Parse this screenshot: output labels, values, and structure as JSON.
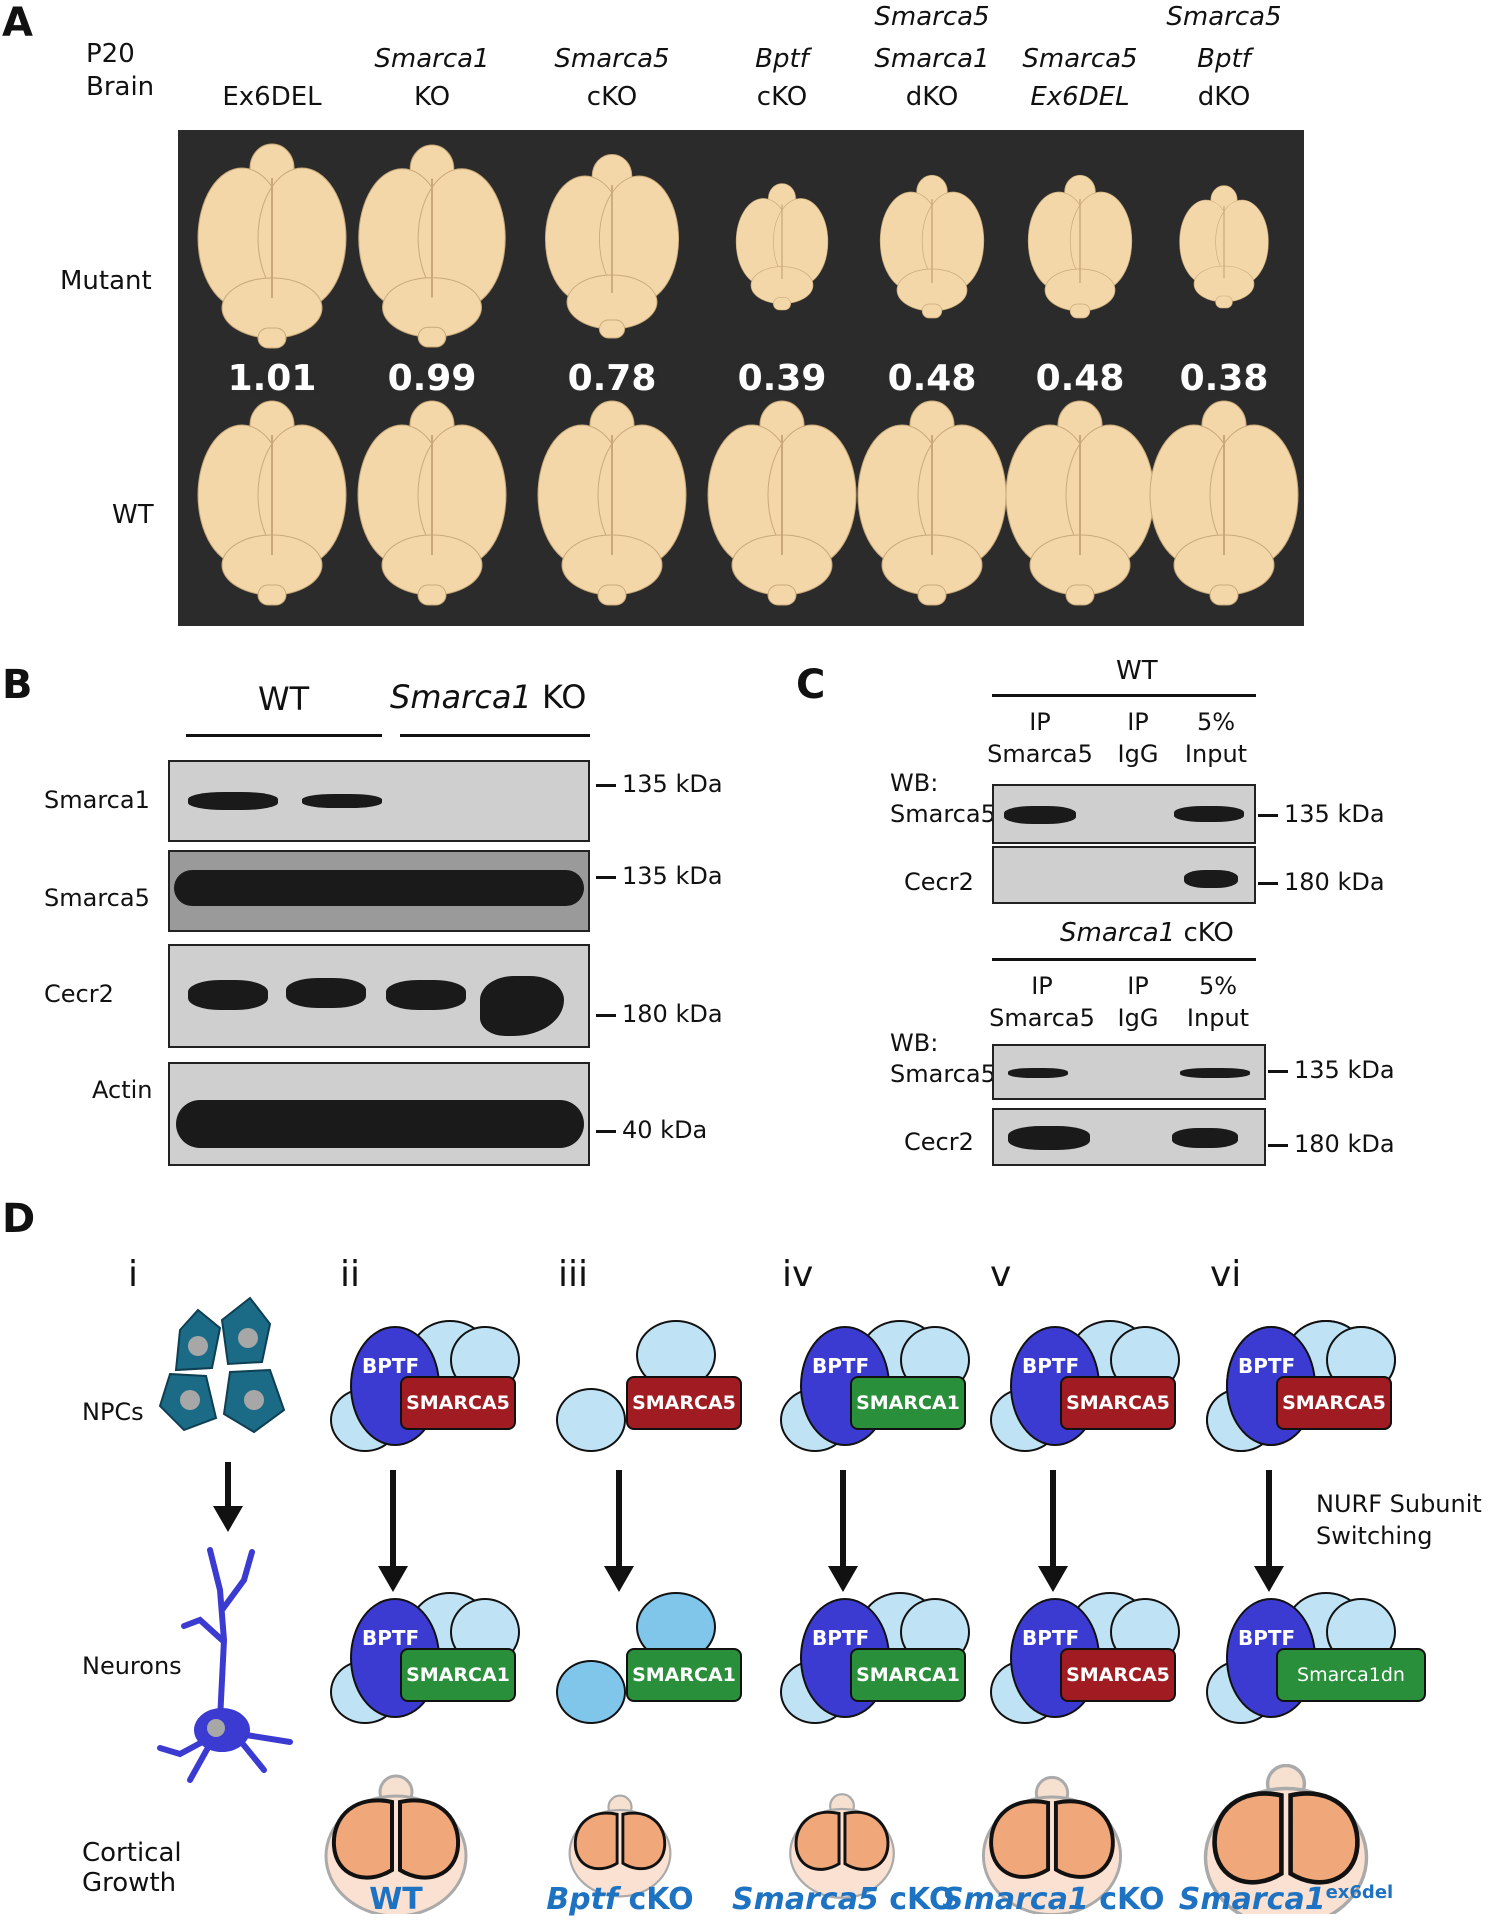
{
  "panels": {
    "a": "A",
    "b": "B",
    "c": "C",
    "d": "D"
  },
  "panelA": {
    "corner": {
      "line1": "P20",
      "line2": "Brain"
    },
    "columns": [
      {
        "l1": "",
        "l1i": "",
        "l2": "",
        "l2i": "",
        "l3": "Ex6DEL",
        "l3i": ""
      },
      {
        "l1": "",
        "l1i": "",
        "l2": "",
        "l2i": "Smarca1",
        "l3": "KO",
        "l3i": ""
      },
      {
        "l1": "",
        "l1i": "",
        "l2": "",
        "l2i": "Smarca5",
        "l3": "cKO",
        "l3i": ""
      },
      {
        "l1": "",
        "l1i": "",
        "l2": "",
        "l2i": "Bptf",
        "l3": "cKO",
        "l3i": ""
      },
      {
        "l1": "",
        "l1i": "Smarca5",
        "l2": "",
        "l2i": "Smarca1",
        "l3": "dKO",
        "l3i": ""
      },
      {
        "l1": "",
        "l1i": "",
        "l2": "",
        "l2i": "Smarca5",
        "l3": "",
        "l3i": "Ex6DEL"
      },
      {
        "l1": "",
        "l1i": "Smarca5",
        "l2": "",
        "l2i": "Bptf",
        "l3": "dKO",
        "l3i": ""
      }
    ],
    "rows": {
      "mutant": "Mutant",
      "wt": "WT"
    },
    "ratios": [
      "1.01",
      "0.99",
      "0.78",
      "0.39",
      "0.48",
      "0.48",
      "0.38"
    ],
    "mutant_scale": [
      1.0,
      0.99,
      0.9,
      0.62,
      0.7,
      0.7,
      0.6
    ],
    "colors": {
      "brain": "#f3d7a9",
      "background": "#2b2b2b"
    }
  },
  "panelB": {
    "groups": {
      "wt": "WT",
      "ko_italic": "Smarca1",
      "ko": " KO"
    },
    "rows": [
      {
        "label": "Smarca1",
        "kda": "135 kDa"
      },
      {
        "label": "Smarca5",
        "kda": "135 kDa"
      },
      {
        "label": "Cecr2",
        "kda": "180 kDa"
      },
      {
        "label": "Actin",
        "kda": "40 kDa"
      }
    ]
  },
  "panelC": {
    "top": {
      "group": "WT"
    },
    "bottom": {
      "group_italic": "Smarca1",
      "group": " cKO"
    },
    "cols": [
      {
        "l1": "IP",
        "l2": "Smarca5"
      },
      {
        "l1": "IP",
        "l2": "IgG"
      },
      {
        "l1": "5%",
        "l2": "Input"
      }
    ],
    "wb": {
      "l1": "WB:",
      "l2": "Smarca5"
    },
    "cecr2": "Cecr2",
    "kda135": "135 kDa",
    "kda180": "180 kDa"
  },
  "panelD": {
    "numerals": [
      "i",
      "ii",
      "iii",
      "iv",
      "v",
      "vi"
    ],
    "npcs": "NPCs",
    "neurons": "Neurons",
    "cortical1": "Cortical",
    "cortical2": "Growth",
    "bptf": "BPTF",
    "smarca5": "SMARCA5",
    "smarca1": "SMARCA1",
    "smarca1dn": "Smarca1dn",
    "nurf1": "NURF Subunit",
    "nurf2": "Switching",
    "captions": [
      {
        "it": "",
        "txt": "WT",
        "sup": ""
      },
      {
        "it": "Bptf",
        "txt": " cKO",
        "sup": ""
      },
      {
        "it": "Smarca5",
        "txt": " cKO",
        "sup": ""
      },
      {
        "it": "Smarca1",
        "txt": " cKO",
        "sup": ""
      },
      {
        "it": "Smarca1",
        "txt": "",
        "sup": "ex6del"
      }
    ],
    "colors": {
      "bptf": "#3b3bd1",
      "smarca5": "#a11c22",
      "smarca1": "#2a8f3a",
      "subunit": "#bfe3f5",
      "cortex": "#f0a77a",
      "caption": "#1d72c2"
    }
  }
}
